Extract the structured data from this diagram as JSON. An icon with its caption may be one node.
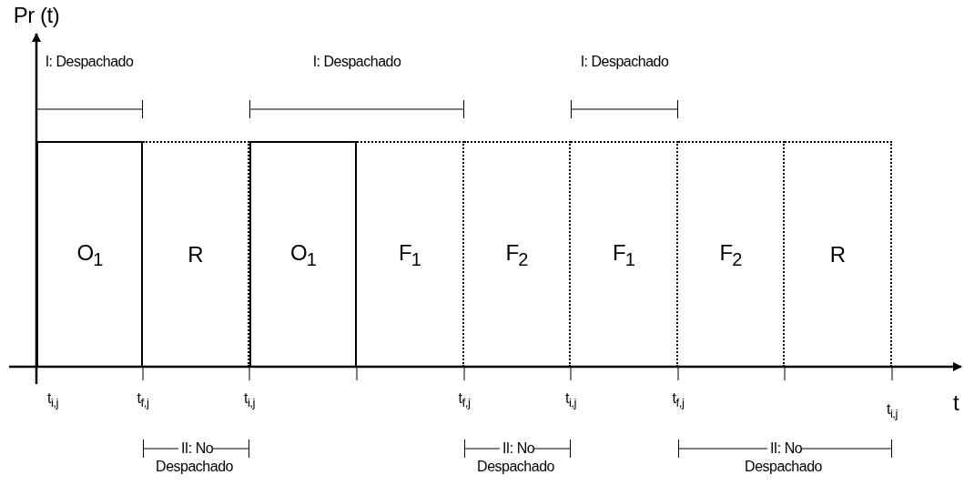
{
  "diagram": {
    "nodes": [
      {
        "text": [
          "O$_{1}$"
        ]
      },
      {
        "text": [
          "R"
        ]
      },
      {
        "text": [
          "O$_{1}$"
        ]
      },
      {
        "text": [
          "F$_{1}$"
        ]
      },
      {
        "text": [
          "F$_{2}$"
        ]
      },
      {
        "text": [
          "F$_{1}$"
        ]
      },
      {
        "text": [
          "F$_{2}$"
        ]
      },
      {
        "text": [
          "R"
        ]
      }
    ],
    "edges": [],
    "labels": [
      "Pr (t)",
      "I: Despachado",
      "I: Despachado",
      "I: Despachado",
      "t$_{i,j}$",
      "t$_{f,j}$",
      "t$_{i,j}$",
      "t$_{f,j}$",
      "t$_{i,j}$",
      "t$_{f,j}$",
      "t$_{i,j}$",
      "t",
      "II: No Despachado",
      "II: No Despachado",
      "II: No Despachado"
    ]
  }
}
